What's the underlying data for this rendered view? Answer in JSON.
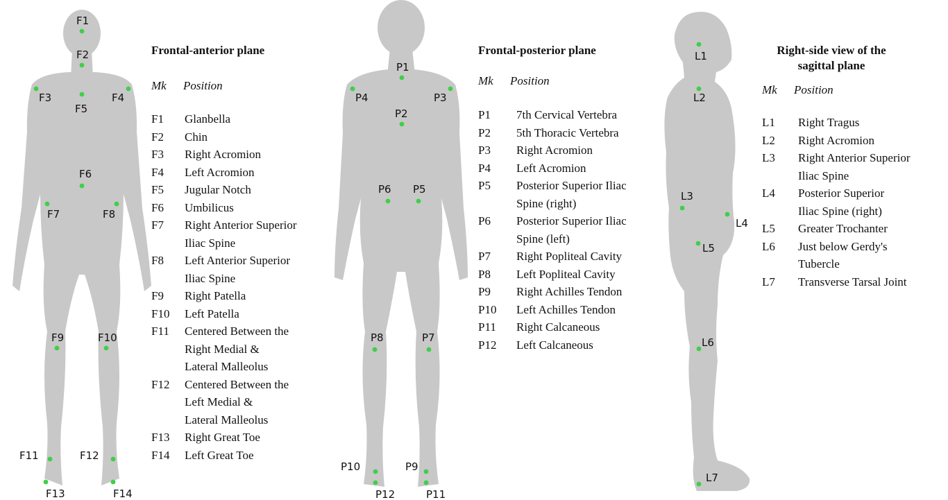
{
  "figures": [
    {
      "id": "anterior",
      "markers": [
        {
          "label": "F1"
        },
        {
          "label": "F2"
        },
        {
          "label": "F3"
        },
        {
          "label": "F4"
        },
        {
          "label": "F5"
        },
        {
          "label": "F6"
        },
        {
          "label": "F7"
        },
        {
          "label": "F8"
        },
        {
          "label": "F9"
        },
        {
          "label": "F10"
        },
        {
          "label": "F11"
        },
        {
          "label": "F12"
        },
        {
          "label": "F13"
        },
        {
          "label": "F14"
        }
      ]
    },
    {
      "id": "posterior",
      "markers": [
        {
          "label": "P1"
        },
        {
          "label": "P2"
        },
        {
          "label": "P3"
        },
        {
          "label": "P4"
        },
        {
          "label": "P5"
        },
        {
          "label": "P6"
        },
        {
          "label": "P7"
        },
        {
          "label": "P8"
        },
        {
          "label": "P9"
        },
        {
          "label": "P10"
        },
        {
          "label": "P11"
        },
        {
          "label": "P12"
        }
      ]
    },
    {
      "id": "lateral",
      "markers": [
        {
          "label": "L1"
        },
        {
          "label": "L2"
        },
        {
          "label": "L3"
        },
        {
          "label": "L4"
        },
        {
          "label": "L5"
        },
        {
          "label": "L6"
        },
        {
          "label": "L7"
        }
      ]
    }
  ],
  "panels": [
    {
      "title": "Frontal-anterior plane",
      "col_mk": "Mk",
      "col_position": "Position",
      "rows": [
        {
          "mk": "F1",
          "lines": [
            "Glanbella"
          ]
        },
        {
          "mk": "F2",
          "lines": [
            "Chin"
          ]
        },
        {
          "mk": "F3",
          "lines": [
            "Right Acromion"
          ]
        },
        {
          "mk": "F4",
          "lines": [
            "Left Acromion"
          ]
        },
        {
          "mk": "F5",
          "lines": [
            "Jugular Notch"
          ]
        },
        {
          "mk": "F6",
          "lines": [
            "Umbilicus"
          ]
        },
        {
          "mk": "F7",
          "lines": [
            "Right Anterior Superior",
            "Iliac Spine"
          ]
        },
        {
          "mk": "F8",
          "lines": [
            "Left Anterior Superior",
            "Iliac Spine"
          ]
        },
        {
          "mk": "F9",
          "lines": [
            "Right Patella"
          ]
        },
        {
          "mk": "F10",
          "lines": [
            "Left Patella"
          ]
        },
        {
          "mk": "F11",
          "lines": [
            "Centered Between the",
            "Right Medial &",
            "Lateral Malleolus"
          ]
        },
        {
          "mk": "F12",
          "lines": [
            "Centered Between the",
            "Left Medial &",
            "Lateral Malleolus"
          ]
        },
        {
          "mk": "F13",
          "lines": [
            "Right Great Toe"
          ]
        },
        {
          "mk": "F14",
          "lines": [
            "Left Great Toe"
          ]
        }
      ]
    },
    {
      "title": "Frontal-posterior plane",
      "col_mk": "Mk",
      "col_position": "Position",
      "rows": [
        {
          "mk": "P1",
          "lines": [
            "7th Cervical Vertebra"
          ]
        },
        {
          "mk": "P2",
          "lines": [
            "5th Thoracic Vertebra"
          ]
        },
        {
          "mk": "P3",
          "lines": [
            "Right Acromion"
          ]
        },
        {
          "mk": "P4",
          "lines": [
            "Left Acromion"
          ]
        },
        {
          "mk": "P5",
          "lines": [
            "Posterior Superior Iliac",
            "Spine (right)"
          ]
        },
        {
          "mk": "P6",
          "lines": [
            "Posterior Superior Iliac",
            "Spine (left)"
          ]
        },
        {
          "mk": "P7",
          "lines": [
            "Right Popliteal Cavity"
          ]
        },
        {
          "mk": "P8",
          "lines": [
            "Left Popliteal Cavity"
          ]
        },
        {
          "mk": "P9",
          "lines": [
            "Right Achilles Tendon"
          ]
        },
        {
          "mk": "P10",
          "lines": [
            "Left Achilles Tendon"
          ]
        },
        {
          "mk": "P11",
          "lines": [
            "Right Calcaneous"
          ]
        },
        {
          "mk": "P12",
          "lines": [
            "Left Calcaneous"
          ]
        }
      ]
    },
    {
      "title": "Right-side view of the sagittal plane",
      "col_mk": "Mk",
      "col_position": "Position",
      "rows": [
        {
          "mk": "L1",
          "lines": [
            "Right Tragus"
          ]
        },
        {
          "mk": "L2",
          "lines": [
            "Right Acromion"
          ]
        },
        {
          "mk": "L3",
          "lines": [
            "Right Anterior Superior",
            "Iliac Spine"
          ]
        },
        {
          "mk": "L4",
          "lines": [
            "Posterior Superior",
            "Iliac Spine (right)"
          ]
        },
        {
          "mk": "L5",
          "lines": [
            "Greater Trochanter"
          ]
        },
        {
          "mk": "L6",
          "lines": [
            "Just below Gerdy's",
            "Tubercle"
          ]
        },
        {
          "mk": "L7",
          "lines": [
            "Transverse Tarsal Joint"
          ]
        }
      ]
    }
  ],
  "colors": {
    "body": "#c8c8c8",
    "marker": "#3fcf4a",
    "text": "#111111",
    "background": "#ffffff"
  }
}
